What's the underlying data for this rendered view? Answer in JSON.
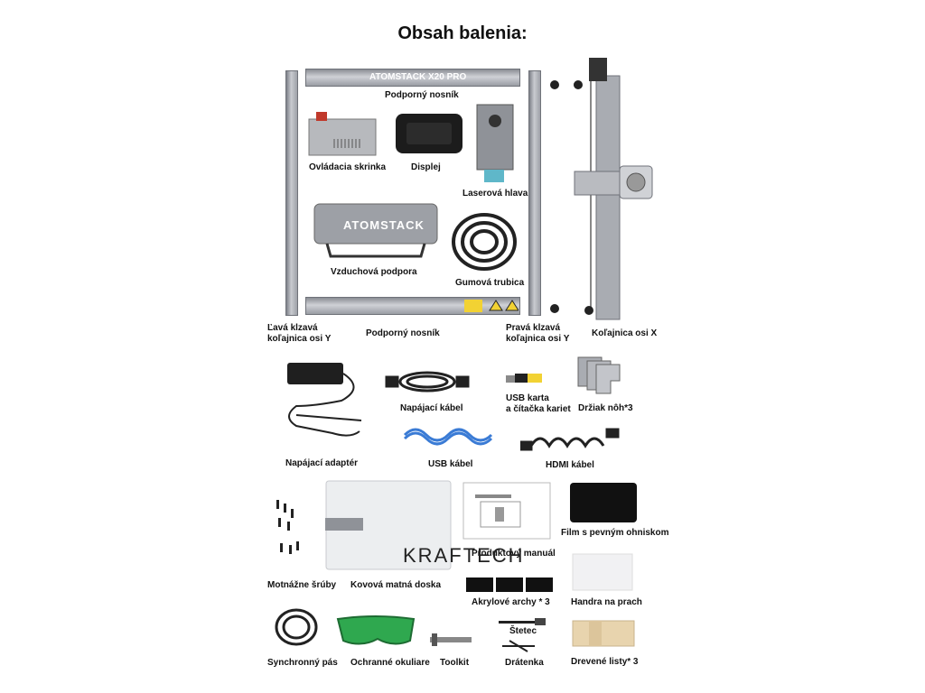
{
  "title": "Obsah balenia:",
  "brand": {
    "rail_print": "ATOMSTACK X20 PRO",
    "air_assist_print": "ATOMSTACK",
    "watermark": "KRAFTECH"
  },
  "frame": {
    "support_beam_top": "Podporný nosník",
    "support_beam_bottom": "Podporný nosník",
    "left_rail": [
      "Ľavá klzavá",
      "koľajnica osi Y"
    ],
    "right_rail": [
      "Pravá klzavá",
      "koľajnica osi Y"
    ],
    "x_rail": "Koľajnica osi X"
  },
  "items": {
    "control_box": "Ovládacia skrinka",
    "display": "Displej",
    "laser_head": "Laserová hlava",
    "air_assist": "Vzduchová podpora",
    "rubber_tube": "Gumová trubica",
    "power_adapter": "Napájací adaptér",
    "power_cable": "Napájací kábel",
    "usb_card": [
      "USB karta",
      "a  čítačka kariet"
    ],
    "leg_holder": "Držiak nôh*3",
    "usb_cable": "USB kábel",
    "hdmi_cable": "HDMI kábel",
    "screws": "Motnážne šrúby",
    "metal_plate": "Kovová matná doska",
    "manual": "Produktový manuál",
    "film": "Film s pevným ohniskom",
    "acrylic": "Akrylové archy * 3",
    "cloth": "Handra na prach",
    "belt": "Synchronný pás",
    "goggles": "Ochranné okuliare",
    "toolkit": "Toolkit",
    "brush": "Štetec",
    "wire": "Drátenka",
    "wood": "Drevené listy* 3"
  },
  "colors": {
    "aluminium": "#a9acb2",
    "accent_red": "#c0392b",
    "usb_blue": "#3a7bd5",
    "goggle_green": "#2fa84f"
  }
}
